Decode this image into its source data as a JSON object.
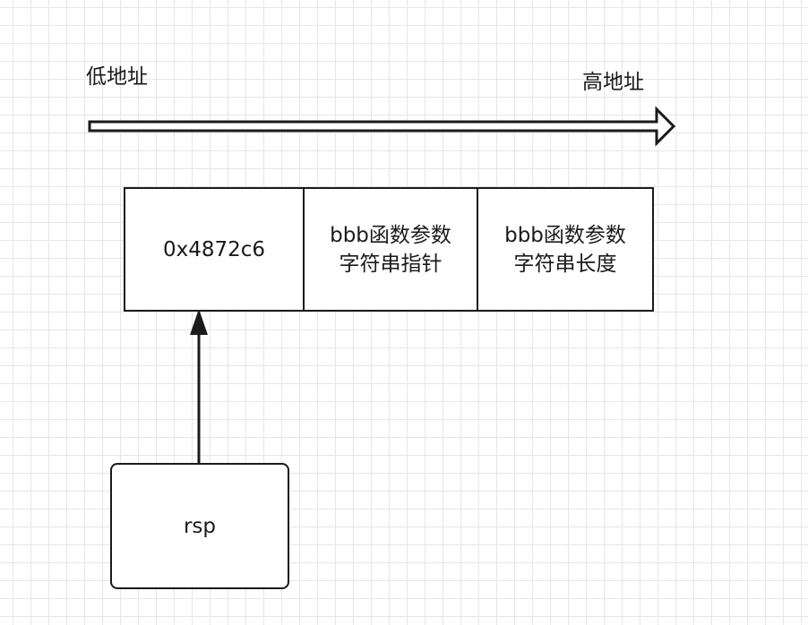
{
  "labels": {
    "low_address": "低地址",
    "high_address": "高地址"
  },
  "memory_cells": [
    "0x4872c6",
    "bbb函数参数\n字符串指针",
    "bbb函数参数\n字符串长度"
  ],
  "register": {
    "name": "rsp"
  }
}
